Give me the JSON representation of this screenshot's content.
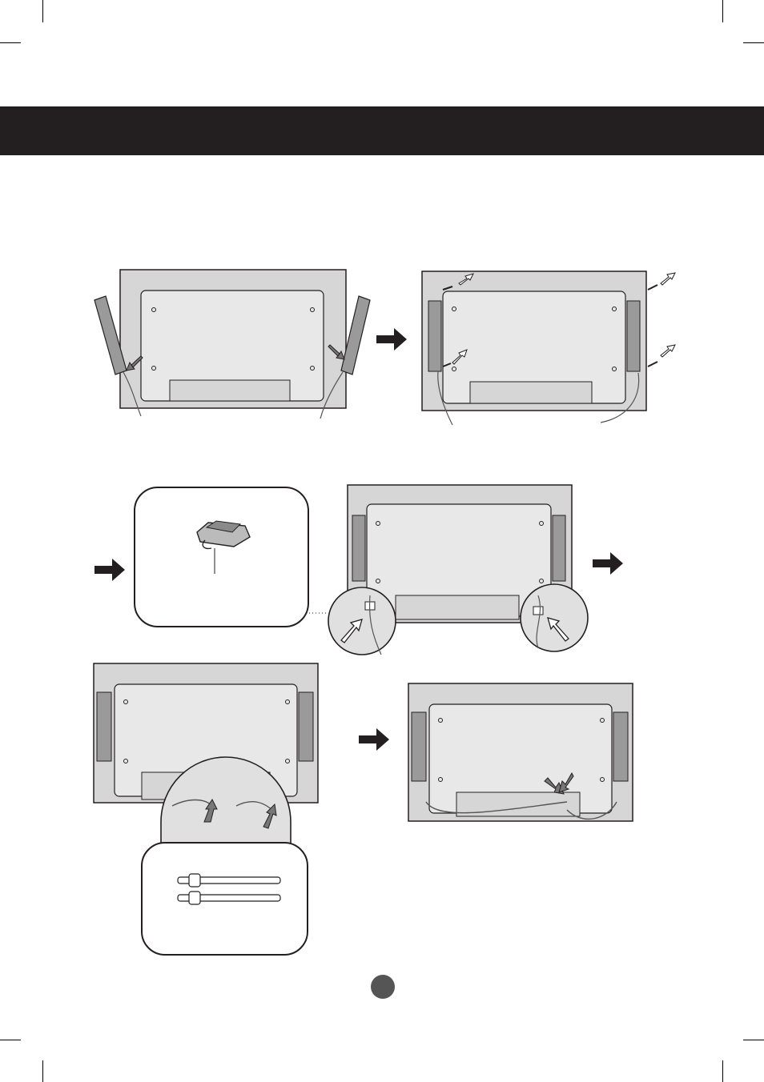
{
  "page": {
    "header_text": "",
    "page_number": "",
    "colors": {
      "header_band": "#231f20",
      "panel_fill": "#d6d6d6",
      "plate_fill": "#e6e6e6",
      "arrow": "#231f20",
      "badge": "#555555"
    }
  },
  "figures": {
    "step1": {
      "description_icon": "monitor-back-speakers-attach"
    },
    "step2": {
      "description_icon": "monitor-back-screws"
    },
    "step3": {
      "description_icon": "monitor-back-cable-holders"
    },
    "step4": {
      "description_icon": "monitor-back-cable-ties"
    },
    "step5": {
      "description_icon": "monitor-back-tied-cables"
    }
  }
}
